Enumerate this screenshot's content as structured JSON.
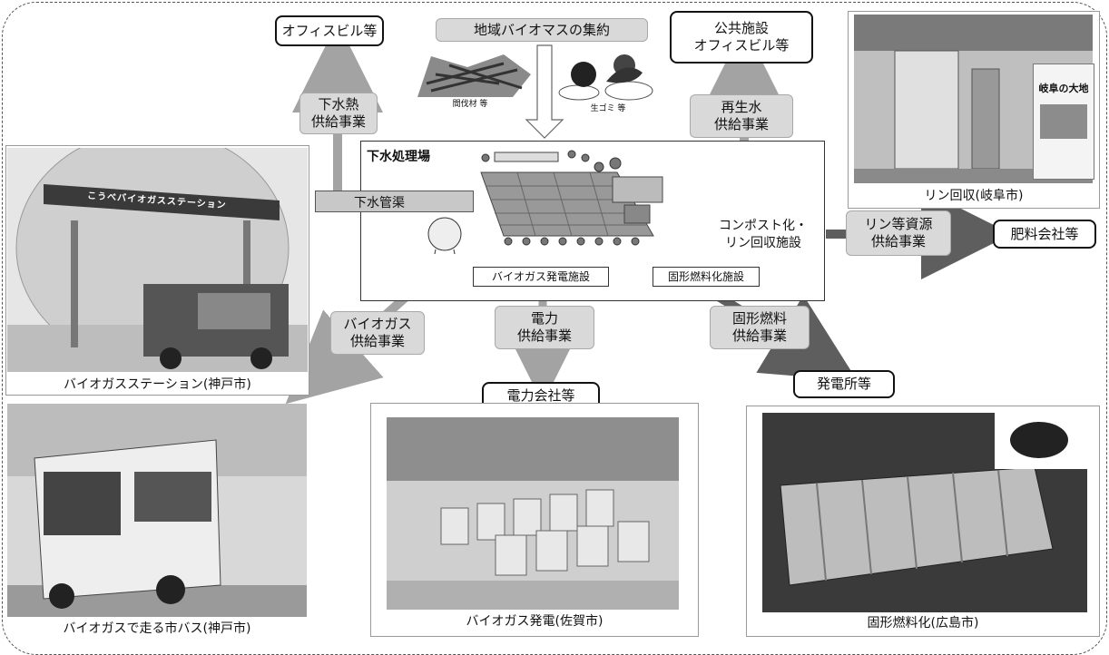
{
  "top_banner": {
    "label": "地域バイオマスの集約"
  },
  "biomass_labels": {
    "wood": "間伐材 等",
    "food": "生ゴミ 等"
  },
  "plant": {
    "title": "下水処理場",
    "sewer_pipe": "下水管渠",
    "compost_facility": "コンポスト化・\nリン回収施設",
    "biogas_facility": "バイオガス発電施設",
    "solid_fuel_facility": "固形燃料化施設"
  },
  "destinations": {
    "office_top": "オフィスビル等",
    "public_office": "公共施設\nオフィスビル等",
    "fertilizer": "肥料会社等",
    "power_company": "電力会社等",
    "power_plant": "発電所等"
  },
  "businesses": {
    "heat": "下水熱\n供給事業",
    "recycled_water": "再生水\n供給事業",
    "phosphorus": "リン等資源\n供給事業",
    "biogas": "バイオガス\n供給事業",
    "electricity": "電力\n供給事業",
    "solid_fuel": "固形燃料\n供給事業"
  },
  "photos": {
    "station": {
      "caption": "バイオガスステーション(神戸市)",
      "sign": "こうべバイオガスステーション"
    },
    "bus": {
      "caption": "バイオガスで走る市バス(神戸市)"
    },
    "power": {
      "caption": "バイオガス発電(佐賀市)"
    },
    "fuel": {
      "caption": "固形燃料化(広島市)"
    },
    "phosphorus": {
      "caption": "リン回収(岐阜市)",
      "poster_title": "岐阜の大地"
    }
  },
  "colors": {
    "arrow_gray": "#a3a3a3",
    "arrow_dark": "#5e5e5e",
    "box_gray": "#d9d9d9"
  }
}
